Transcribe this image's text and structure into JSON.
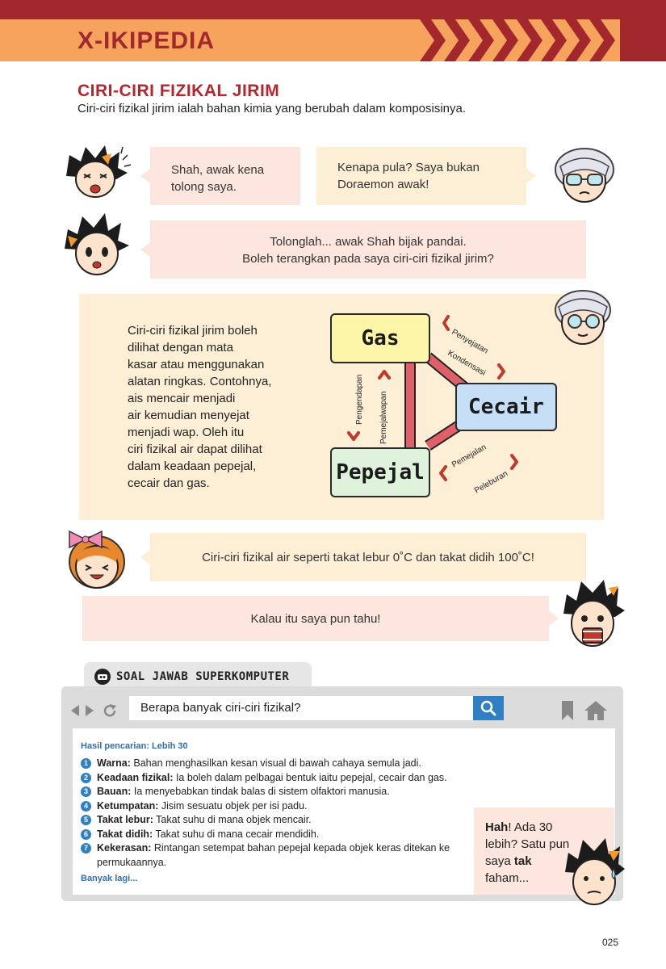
{
  "header": {
    "title": "X-IKIPEDIA"
  },
  "section": {
    "title": "CIRI-CIRI FIZIKAL JIRIM",
    "intro": "Ciri-ciri fizikal jirim ialah bahan kimia yang berubah dalam komposisinya."
  },
  "dialogue": {
    "b1": "Shah, awak kena\ntolong saya.",
    "b2": "Kenapa pula? Saya bukan\nDoraemon awak!",
    "b3": "Tolonglah... awak Shah bijak pandai.\nBoleh terangkan pada saya ciri-ciri fizikal jirim?",
    "b4": "Ciri-ciri fizikal air seperti takat lebur 0˚C dan takat didih 100˚C!",
    "b5": "Kalau itu saya pun tahu!"
  },
  "diagram": {
    "text": "Ciri-ciri fizikal jirim boleh\ndilihat dengan mata\nkasar atau menggunakan\nalatan ringkas. Contohnya,\nais mencair menjadi\nair kemudian menyejat\nmenjadi wap. Oleh itu\nciri fizikal air dapat dilihat\ndalam keadaan pepejal,\ncecair dan gas.",
    "states": {
      "gas": "Gas",
      "liquid": "Cecair",
      "solid": "Pepejal"
    },
    "labels": {
      "penyejatan": "Penyejatan",
      "kondensasi": "Kondensasi",
      "pengendapan": "Pengendapan",
      "pemejalwapan": "Pemejalwapan",
      "pemejalan": "Pemejalan",
      "peleburan": "Peleburan"
    }
  },
  "superkomputer": {
    "tab": "SOAL JAWAB SUPERKOMPUTER",
    "query": "Berapa banyak ciri-ciri fizikal?",
    "result_head": "Hasil pencarian: Lebih 30",
    "results": [
      {
        "n": "1",
        "term": "Warna:",
        "desc": " Bahan menghasilkan kesan visual di bawah cahaya semula jadi."
      },
      {
        "n": "2",
        "term": "Keadaan fizikal:",
        "desc": " Ia boleh dalam pelbagai bentuk iaitu pepejal, cecair dan gas."
      },
      {
        "n": "3",
        "term": "Bauan:",
        "desc": " Ia menyebabkan tindak balas di sistem olfaktori manusia."
      },
      {
        "n": "4",
        "term": "Ketumpatan:",
        "desc": " Jisim sesuatu objek per isi padu."
      },
      {
        "n": "5",
        "term": "Takat lebur:",
        "desc": " Takat suhu di mana objek mencair."
      },
      {
        "n": "6",
        "term": "Takat didih:",
        "desc": " Takat suhu di mana cecair mendidih."
      },
      {
        "n": "7",
        "term": "Kekerasan:",
        "desc": " Rintangan setempat bahan pepejal kepada objek keras ditekan ke permukaannya."
      }
    ],
    "more": "Banyak lagi...",
    "side_note": {
      "p1": "Hah",
      "p2": "! Ada 30 lebih? Satu pun saya ",
      "p3": "tak",
      "p4": " faham..."
    }
  },
  "page_number": "025",
  "colors": {
    "red": "#a3282e",
    "orange": "#f6a35e",
    "pink": "#fde6de",
    "cream": "#fcefd6",
    "blue": "#2f7fc4"
  }
}
